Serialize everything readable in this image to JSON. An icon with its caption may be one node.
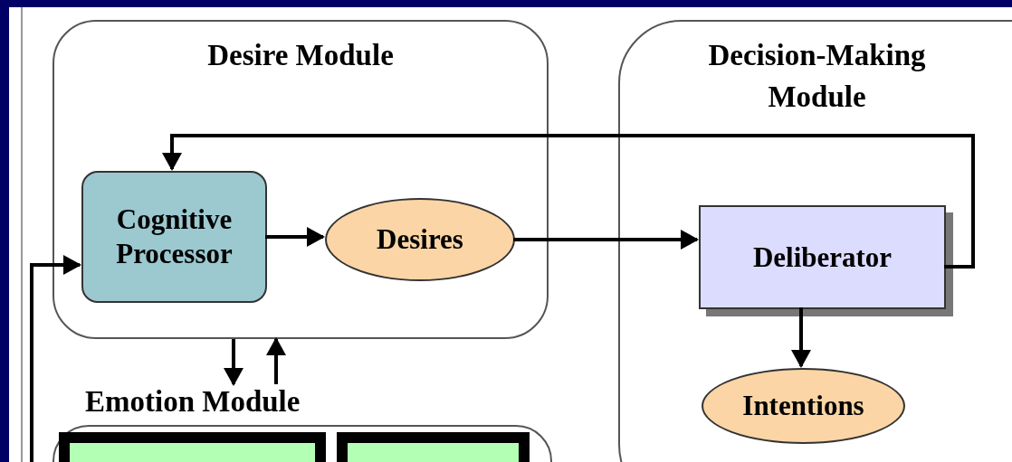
{
  "diagram": {
    "nodes": [
      {
        "text": [
          "Desire Module"
        ]
      },
      {
        "text": [
          "Cognitive Processor"
        ],
        "in": 0
      },
      {
        "text": [
          "Desires"
        ],
        "in": 0
      },
      {
        "text": [
          "Decision-Making Module"
        ]
      },
      {
        "text": [
          "Deliberator"
        ],
        "in": 3
      },
      {
        "text": [
          "Intentions"
        ],
        "in": 3
      },
      {
        "text": [
          "Emotion Module"
        ]
      },
      {
        "text": [],
        "shape": "box",
        "in": 6
      },
      {
        "text": [],
        "shape": "box",
        "in": 6
      }
    ],
    "edges": [
      {
        "from": 1,
        "to": 2,
        "arrow": "to"
      },
      {
        "from": 2,
        "to": 4,
        "arrow": "to"
      },
      {
        "from": 4,
        "to": 1,
        "arrow": "to"
      },
      {
        "from": 4,
        "to": 5,
        "arrow": "to"
      },
      {
        "from": 0,
        "to": 6,
        "arrow": "to"
      },
      {
        "from": 6,
        "to": 0,
        "arrow": "to"
      },
      {
        "from": null,
        "to": 1,
        "arrow": "to"
      }
    ]
  }
}
